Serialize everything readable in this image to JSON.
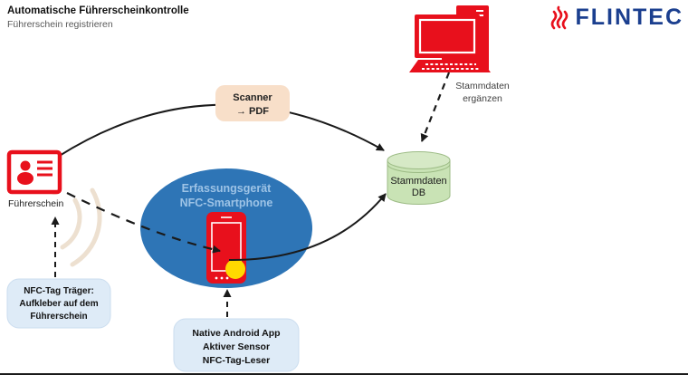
{
  "header": {
    "title": "Automatische Führerscheinkontrolle",
    "subtitle": "Führerschein registrieren"
  },
  "logo": {
    "brand": "FLINTEC"
  },
  "nodes": {
    "computer_note": {
      "line1": "Stammdaten",
      "line2": "ergänzen"
    },
    "scanner_box": {
      "line1": "Scanner",
      "line2": "→ PDF"
    },
    "id_card": {
      "label": "Führerschein"
    },
    "capture_ellipse": {
      "line1": "Erfassungsgerät",
      "line2": "NFC-Smartphone"
    },
    "database": {
      "line1": "Stammdaten",
      "line2": "DB"
    },
    "nfc_tag_box": {
      "line1": "NFC-Tag Träger:",
      "line2": "Aufkleber auf dem",
      "line3": "Führerschein"
    },
    "android_box": {
      "line1": "Native Android App",
      "line2": "Aktiver Sensor",
      "line3": "NFC-Tag-Leser"
    }
  },
  "colors": {
    "icon_red": "#E8101C",
    "ellipse_blue": "#2E75B6",
    "ellipse_text_blue": "#9DC3E6",
    "database_green": "#C9E3B5",
    "scanner_peach": "#F8DFC9",
    "note_box_blue": "#DEEBF7",
    "logo_blue": "#1B3F8F",
    "arrow_black": "#1a1a1a",
    "wave_beige": "#EDE0D0"
  }
}
